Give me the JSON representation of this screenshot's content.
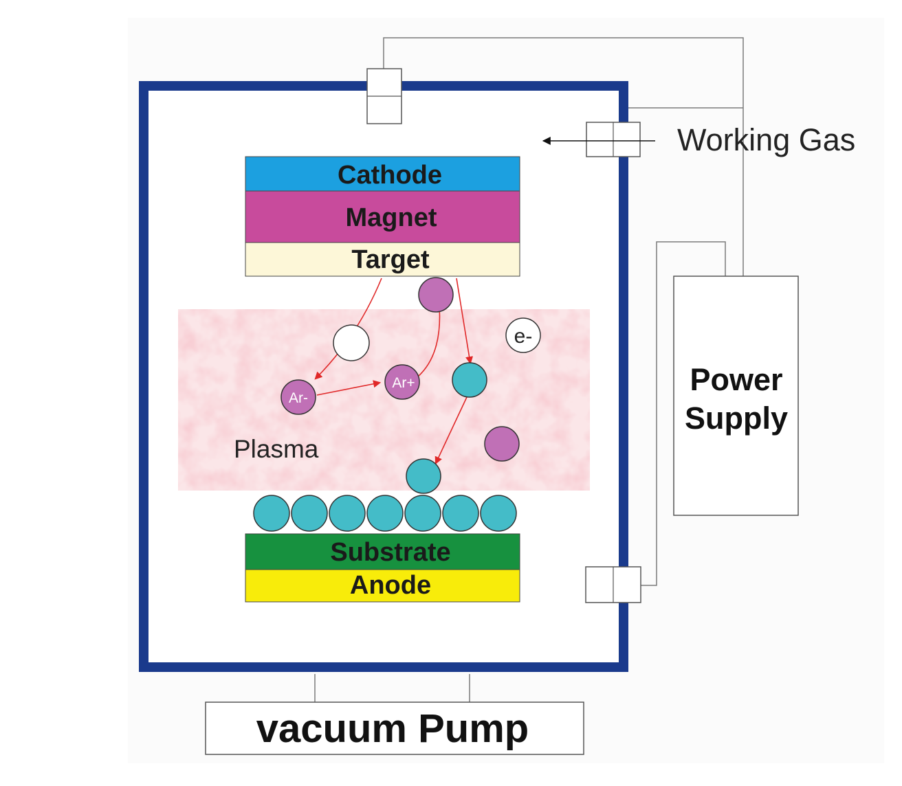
{
  "labels": {
    "cathode": "Cathode",
    "magnet": "Magnet",
    "target": "Target",
    "working_gas": "Working Gas",
    "power_supply_line1": "Power",
    "power_supply_line2": "Supply",
    "plasma": "Plasma",
    "electron": "e-",
    "ar_minus": "Ar-",
    "ar_plus": "Ar+",
    "substrate": "Substrate",
    "anode": "Anode",
    "vacuum_pump": "vacuum Pump"
  },
  "colors": {
    "chamber_wall": "#1a3a8c",
    "cathode": "#1ca0e0",
    "magnet": "#c84b9c",
    "target": "#fdf7d8",
    "substrate": "#17913f",
    "anode": "#f8ec0a",
    "plasma": "#f3c4c8",
    "argon_ion": "#c070b6",
    "deposited_atom": "#44bcc8",
    "trajectory_arrow": "#e02828"
  }
}
